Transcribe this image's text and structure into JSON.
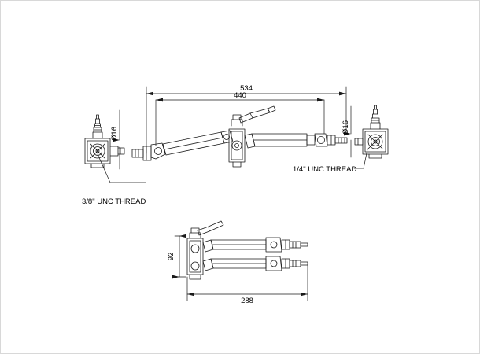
{
  "drawing": {
    "title": "Technical line drawing - articulated clamp arm assembly",
    "line_color": "#1a1a1a",
    "dim_color": "#1a1a1a",
    "background": "#ffffff",
    "border_color": "#d9d9d9"
  },
  "dimensions": {
    "overall_top": "534",
    "inner_top": "440",
    "diameter_left": "Ø16",
    "diameter_right": "Ø16",
    "height_lower": "92",
    "length_lower": "288"
  },
  "labels": {
    "thread_left": "3/8\" UNC THREAD",
    "thread_right": "1/4\" UNC THREAD"
  }
}
